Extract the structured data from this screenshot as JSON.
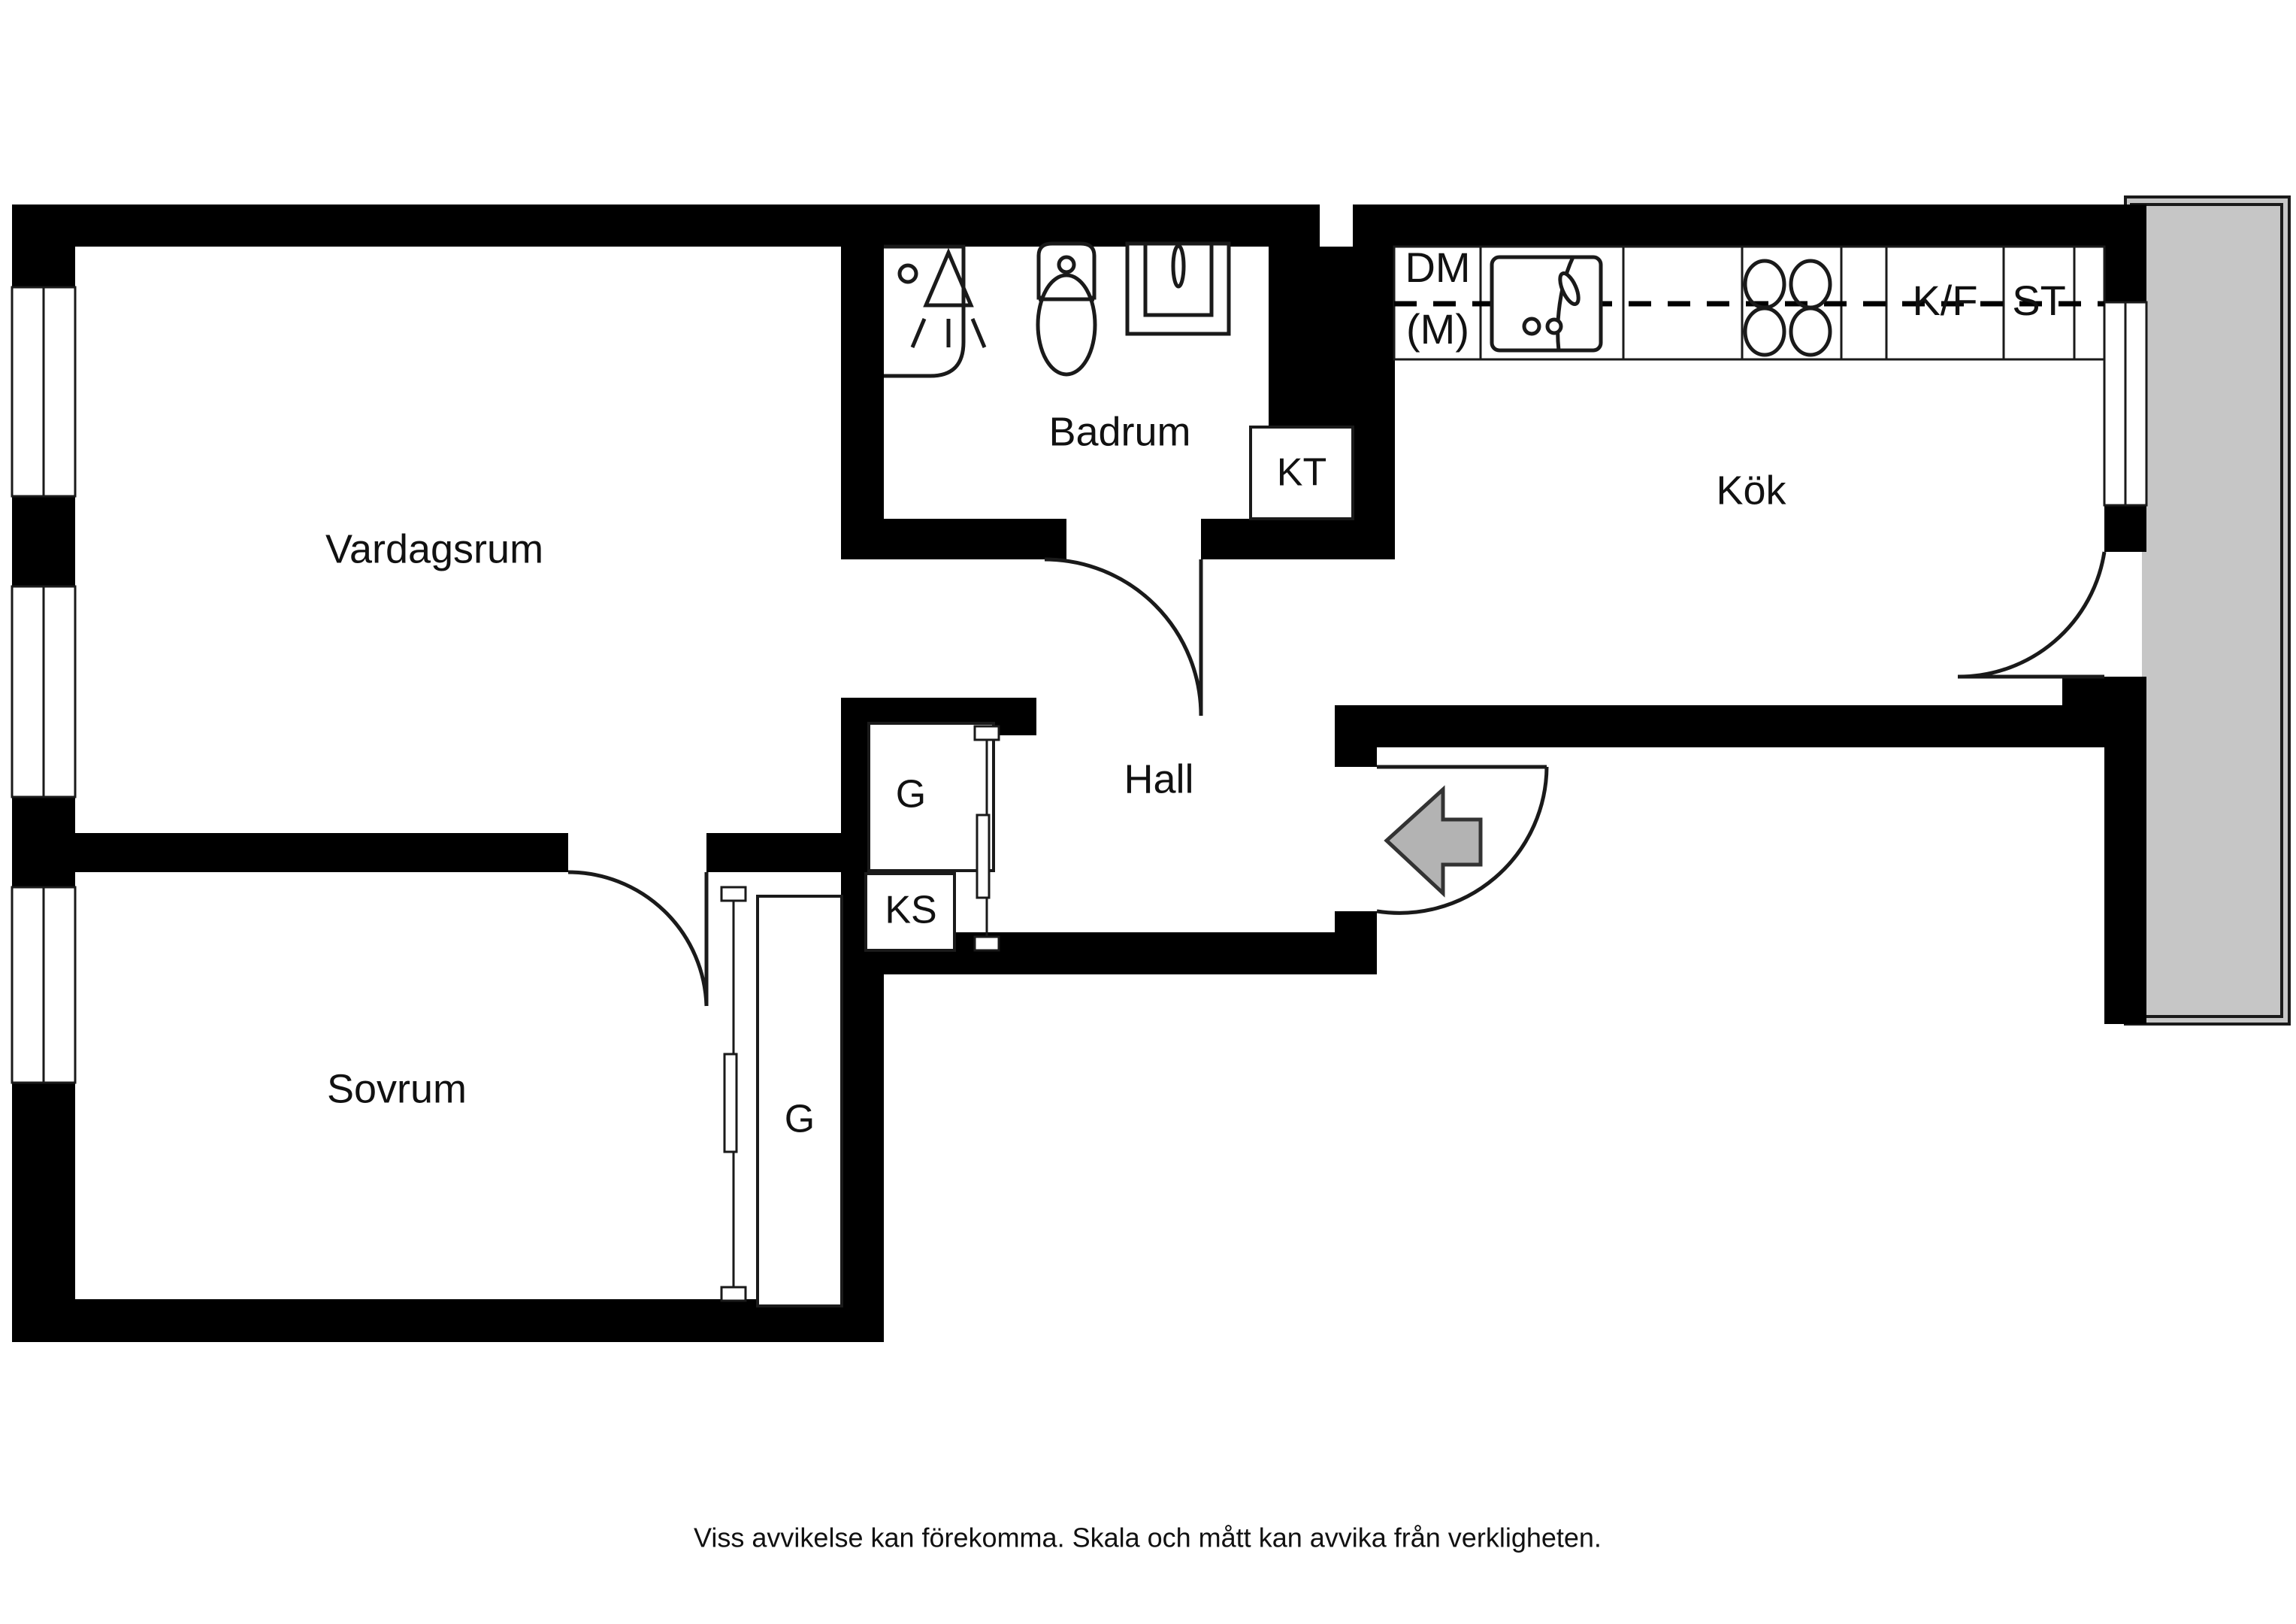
{
  "plan": {
    "type": "apartment-floor-plan",
    "language": "sv",
    "caption": "Viss avvikelse kan förekomma. Skala och mått kan avvika från verkligheten.",
    "colors": {
      "wall": "#000000",
      "background": "#ffffff",
      "balcony_fill": "#c6c6c6",
      "entry_arrow": "#b3b3b3",
      "line": "#1a1a1a"
    }
  },
  "rooms": [
    {
      "id": "vardagsrum",
      "label": "Vardagsrum"
    },
    {
      "id": "sovrum",
      "label": "Sovrum"
    },
    {
      "id": "badrum",
      "label": "Badrum"
    },
    {
      "id": "hall",
      "label": "Hall"
    },
    {
      "id": "kok",
      "label": "Kök"
    }
  ],
  "storage": [
    {
      "id": "kt",
      "label": "KT"
    },
    {
      "id": "g-hall",
      "label": "G"
    },
    {
      "id": "ks",
      "label": "KS"
    },
    {
      "id": "g-sovrum",
      "label": "G"
    }
  ],
  "kitchen_units": [
    {
      "id": "dm",
      "label_line1": "DM",
      "label_line2": "(M)"
    },
    {
      "id": "kf",
      "label": "K/F"
    },
    {
      "id": "st",
      "label": "ST"
    }
  ],
  "fixtures": [
    {
      "id": "shower",
      "name": "shower-icon"
    },
    {
      "id": "toilet",
      "name": "toilet-icon"
    },
    {
      "id": "washbasin",
      "name": "washbasin-icon"
    },
    {
      "id": "sink",
      "name": "kitchen-sink-icon"
    },
    {
      "id": "stove",
      "name": "stovetop-icon"
    }
  ],
  "doors": [
    {
      "id": "entrance-door",
      "name": "entrance-door"
    },
    {
      "id": "bathroom-door",
      "name": "bathroom-door"
    },
    {
      "id": "bedroom-door",
      "name": "bedroom-door"
    },
    {
      "id": "balcony-door",
      "name": "balcony-door"
    }
  ],
  "windows": [
    {
      "id": "window-living-1"
    },
    {
      "id": "window-living-2"
    },
    {
      "id": "window-bedroom-1"
    },
    {
      "id": "window-kitchen-balcony"
    }
  ],
  "balcony": {
    "id": "balcony",
    "name": "balcony-area"
  },
  "entry_marker": {
    "id": "entry-arrow",
    "direction": "left"
  }
}
